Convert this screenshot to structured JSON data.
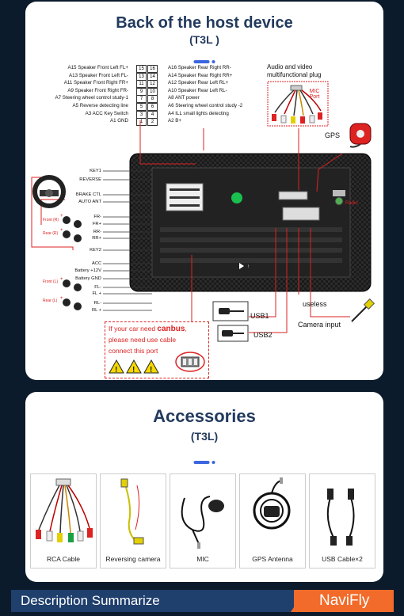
{
  "section1": {
    "title": "Back of the host device",
    "model": "(T3L )",
    "left_pins": [
      {
        "label": "A15 Speaker Front Left FL+",
        "n": "15"
      },
      {
        "label": "A13 Speaker Front Left FL-",
        "n": "13"
      },
      {
        "label": "A11 Speaker Front Right FR+",
        "n": "11"
      },
      {
        "label": "A9 Speaker Front Right FR-",
        "n": "9"
      },
      {
        "label": "A7 Steering wheel control study-1",
        "n": "7"
      },
      {
        "label": "A5 Reverse detecting line",
        "n": "5"
      },
      {
        "label": "A3 ACC Key Switch",
        "n": "3"
      },
      {
        "label": "A1 GND",
        "n": "1"
      }
    ],
    "right_pins": [
      {
        "label": "A16 Speaker Rear Right RR-",
        "n": "16"
      },
      {
        "label": "A14 Speaker Rear Right RR+",
        "n": "14"
      },
      {
        "label": "A12 Speaker Rear Left RL+",
        "n": "12"
      },
      {
        "label": "A10 Speaker Rear Left RL-",
        "n": "10"
      },
      {
        "label": "A8 ANT power",
        "n": "8"
      },
      {
        "label": "A6 Steering wheel control study -2",
        "n": "6"
      },
      {
        "label": "A4 ILL small lights detecting",
        "n": "4"
      },
      {
        "label": "A2 B+",
        "n": "2"
      }
    ],
    "av_plug": "Audio and video multifunctional plug",
    "mic_port": "MIC Port",
    "gps": "GPS",
    "radio": "Radio",
    "wires_left": [
      "KEY1",
      "REVERSE",
      "BRAKE CTL",
      "AUTO ANT",
      "FR-",
      "FR+",
      "RR-",
      "RR+",
      "KEY2",
      "ACC",
      "Battery +12V",
      "Battery GND",
      "FL-",
      "FL +",
      "RL-",
      "RL +"
    ],
    "front_r": "Front (R)",
    "rear_r": "Rear (R)",
    "front_l": "Front (L)",
    "rear_l": "Rear (L)",
    "usb1": "USB1",
    "usb2": "USB2",
    "useless": "useless",
    "camera_input": "Camera input",
    "canbus_note": {
      "line1a": "If your car need ",
      "line1b": "canbus",
      "line1c": ",",
      "line2": "please need use cable",
      "line3": "connect this port"
    }
  },
  "section2": {
    "title": "Accessories",
    "model": "(T3L)",
    "items": [
      {
        "label": "RCA Cable",
        "icon": "rca-cable-icon"
      },
      {
        "label": "Reversing camera",
        "icon": "reversing-camera-cable-icon"
      },
      {
        "label": "MIC",
        "icon": "microphone-icon"
      },
      {
        "label": "GPS Antenna",
        "icon": "gps-antenna-icon"
      },
      {
        "label": "USB Cable×2",
        "icon": "usb-cable-icon"
      }
    ]
  },
  "footer": {
    "left": "Description Summarize",
    "brand": "NaviFly"
  },
  "colors": {
    "accent": "#3a66e0",
    "brand": "#f26b2a",
    "navy": "#1f3f6d",
    "title": "#223a5e",
    "warning": "#d22"
  }
}
